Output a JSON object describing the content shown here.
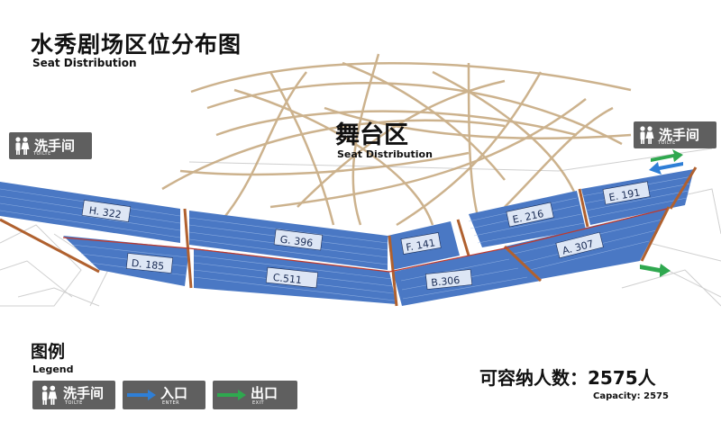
{
  "title": "水秀剧场区位分布图",
  "subtitle": "Seat Distribution",
  "stage": {
    "title": "舞台区",
    "subtitle": "Seat Distribution"
  },
  "restroom_left": {
    "cn": "洗手间",
    "en": "TOILTE"
  },
  "restroom_right": {
    "cn": "洗手间",
    "en": "TOILTE"
  },
  "sections": [
    {
      "id": "H",
      "label": "H. 322",
      "seats": 322
    },
    {
      "id": "G",
      "label": "G. 396",
      "seats": 396
    },
    {
      "id": "F",
      "label": "F. 141",
      "seats": 141
    },
    {
      "id": "E1",
      "label": "E. 216",
      "seats": 216
    },
    {
      "id": "E2",
      "label": "E. 191",
      "seats": 191
    },
    {
      "id": "D",
      "label": "D. 185",
      "seats": 185
    },
    {
      "id": "C",
      "label": "C.511",
      "seats": 511
    },
    {
      "id": "B",
      "label": "B.306",
      "seats": 306
    },
    {
      "id": "A",
      "label": "A. 307",
      "seats": 307
    }
  ],
  "legend": {
    "title": "图例",
    "subtitle": "Legend",
    "restroom": {
      "cn": "洗手间",
      "en": "TOILTE"
    },
    "enter": {
      "cn": "入口",
      "en": "ENTER"
    },
    "exit": {
      "cn": "出口",
      "en": "EXIT"
    }
  },
  "capacity": {
    "cn": "可容纳人数：2575人",
    "en": "Capacity: 2575",
    "total": 2575
  },
  "colors": {
    "seat_blue": "#4a78c4",
    "enter_arrow": "#2f7fd6",
    "exit_arrow": "#2fa84f",
    "badge_gray": "#5f5f5f",
    "aisle_red": "#c0392b"
  },
  "icons": [
    "restroom-icon",
    "enter-arrow-icon",
    "exit-arrow-icon"
  ]
}
